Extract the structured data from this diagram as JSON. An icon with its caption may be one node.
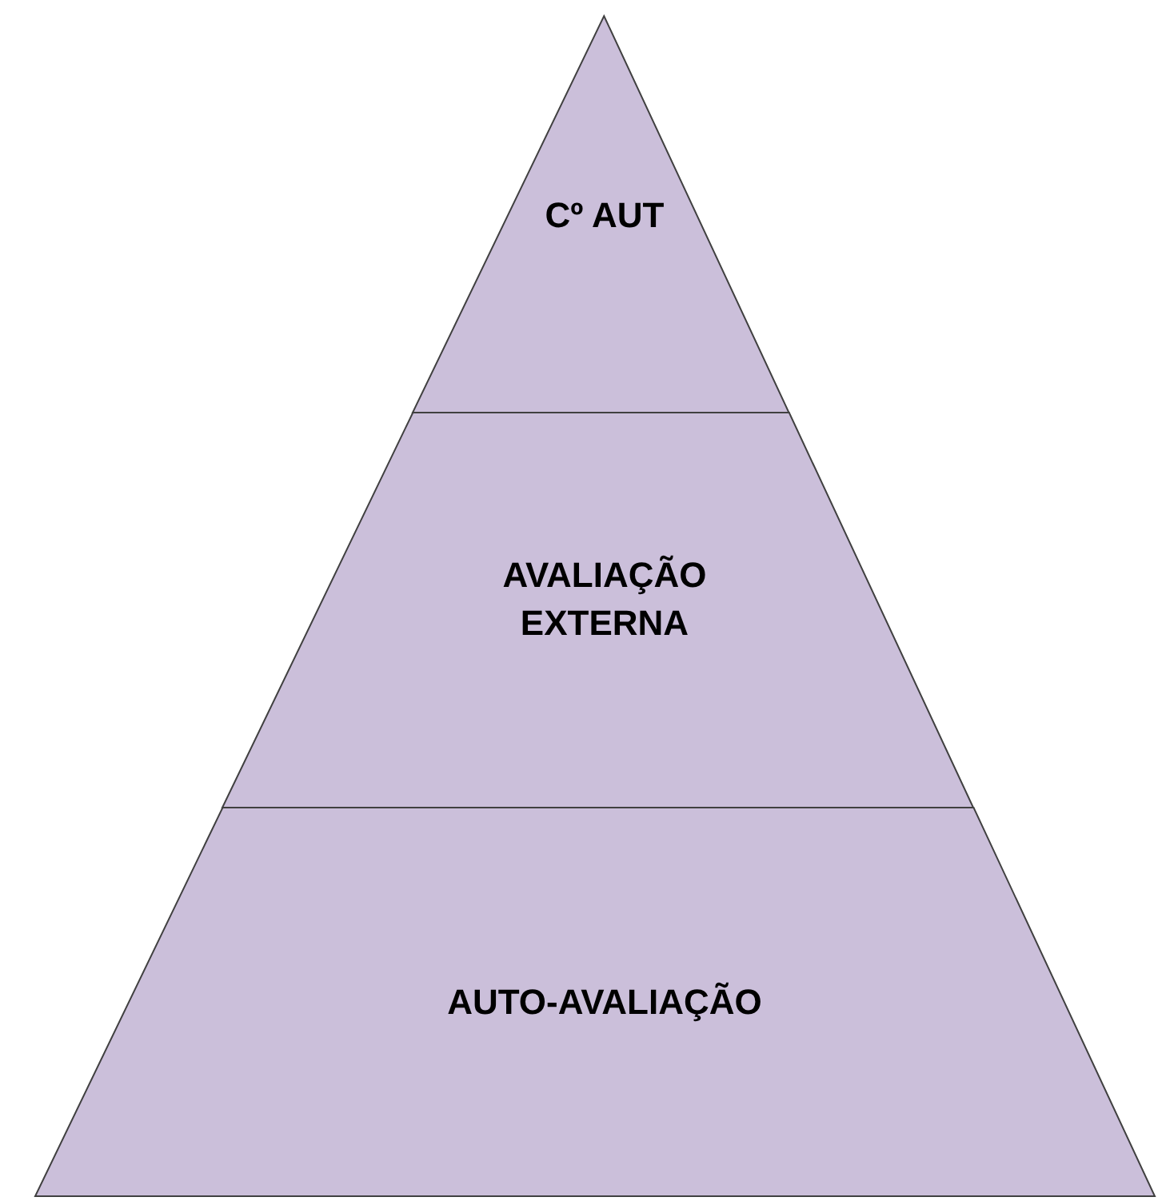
{
  "diagram": {
    "nodes": [
      {
        "text": [
          "Cº AUT"
        ]
      },
      {
        "text": [
          "AVALIAÇÃO EXTERNA"
        ]
      },
      {
        "text": [
          "AUTO-AVALIAÇÃO"
        ]
      }
    ],
    "edges": []
  }
}
